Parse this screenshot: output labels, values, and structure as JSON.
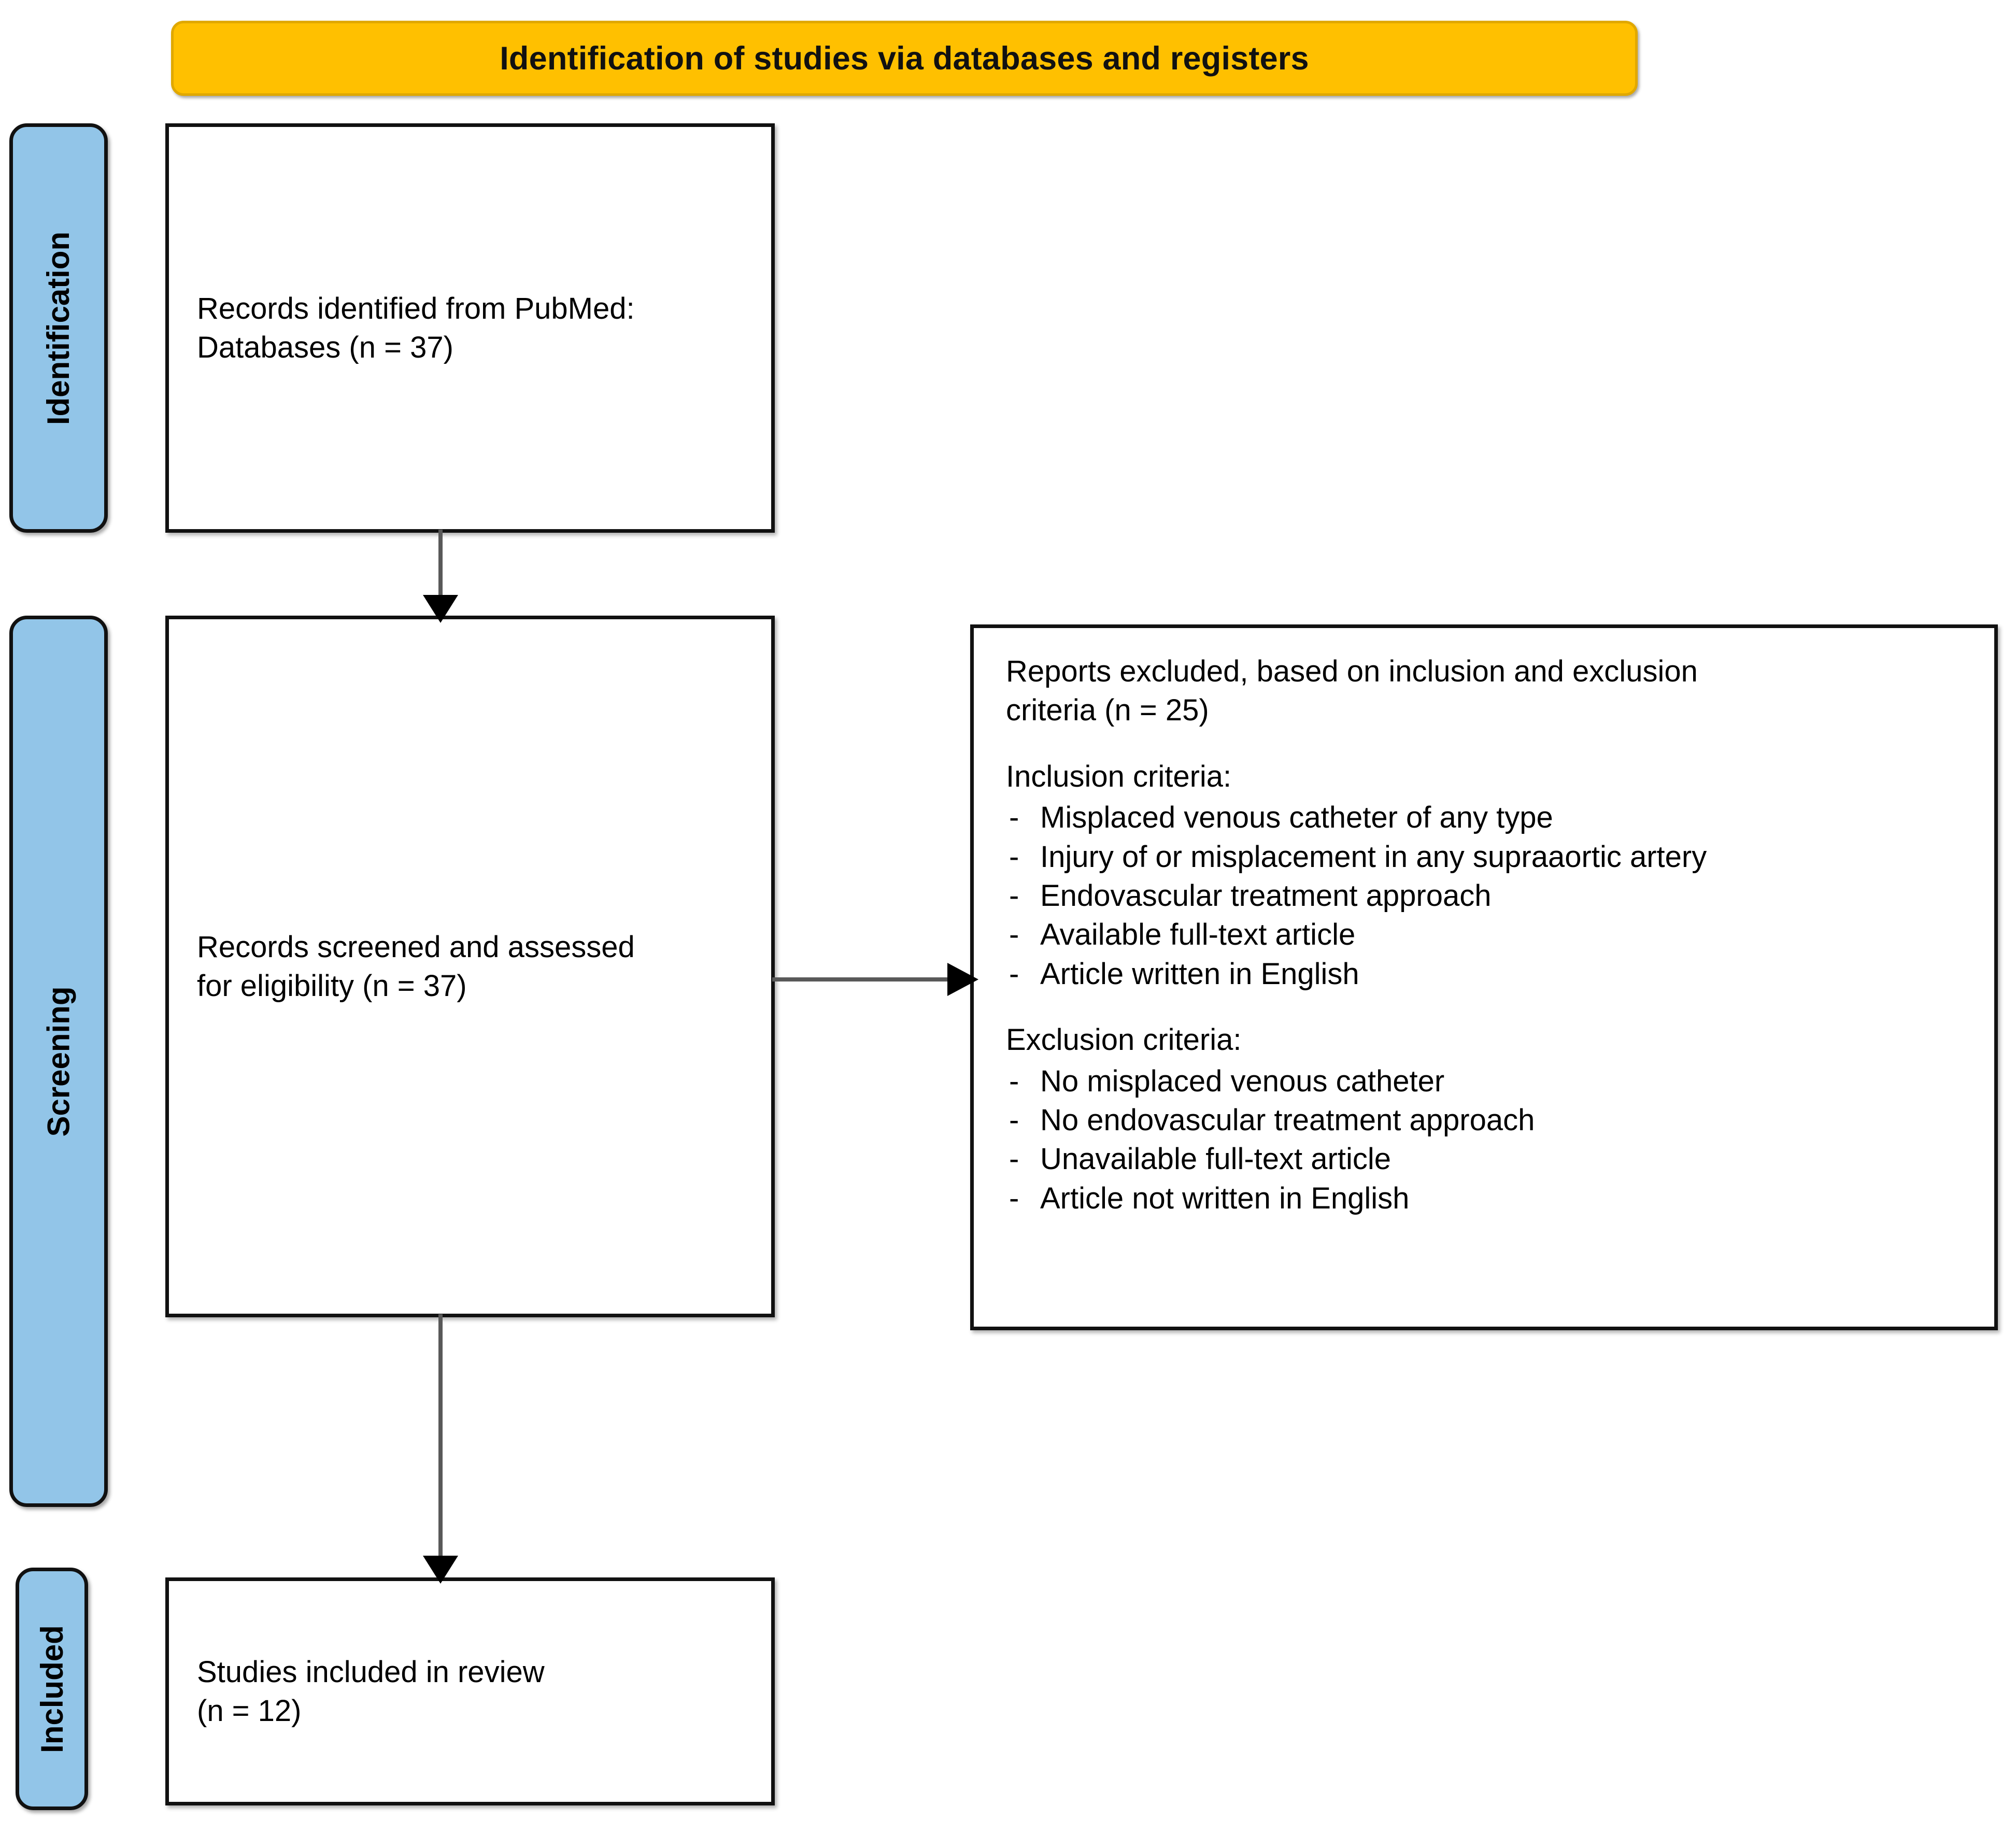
{
  "header": {
    "title": "Identification of studies via databases and registers",
    "banner_color": "#FFC000",
    "banner_border_color": "#E0A800"
  },
  "stages": {
    "identification": "Identification",
    "screening": "Screening",
    "included": "Included",
    "tab_color": "#92C5E8",
    "tab_border_color": "#111111"
  },
  "boxes": {
    "identified": {
      "text": "Records identified from PubMed:\nDatabases (n = 37)",
      "count": 37,
      "source": "PubMed"
    },
    "screened": {
      "text": "Records screened and assessed\nfor eligibility (n = 37)",
      "count": 37
    },
    "included": {
      "text": "Studies included in review\n(n = 12)",
      "count": 12
    }
  },
  "excluded": {
    "heading": "Reports excluded, based on inclusion and exclusion\ncriteria (n = 25)",
    "count": 25,
    "inclusion": {
      "title": "Inclusion criteria:",
      "bullet": "-",
      "items": [
        "Misplaced venous catheter of any type",
        "Injury of or misplacement in any supraaortic artery",
        "Endovascular treatment approach",
        "Available full-text article",
        "Article written in English"
      ]
    },
    "exclusion": {
      "title": "Exclusion criteria:",
      "bullet": "-",
      "items": [
        "No misplaced venous catheter",
        "No endovascular treatment approach",
        "Unavailable full-text article",
        "Article not written in English"
      ]
    }
  },
  "connectors": {
    "identified_to_screened": "arrow-down",
    "screened_to_included": "arrow-down",
    "screened_to_excluded": "arrow-right",
    "line_color": "#595959",
    "head_color": "#000000"
  }
}
